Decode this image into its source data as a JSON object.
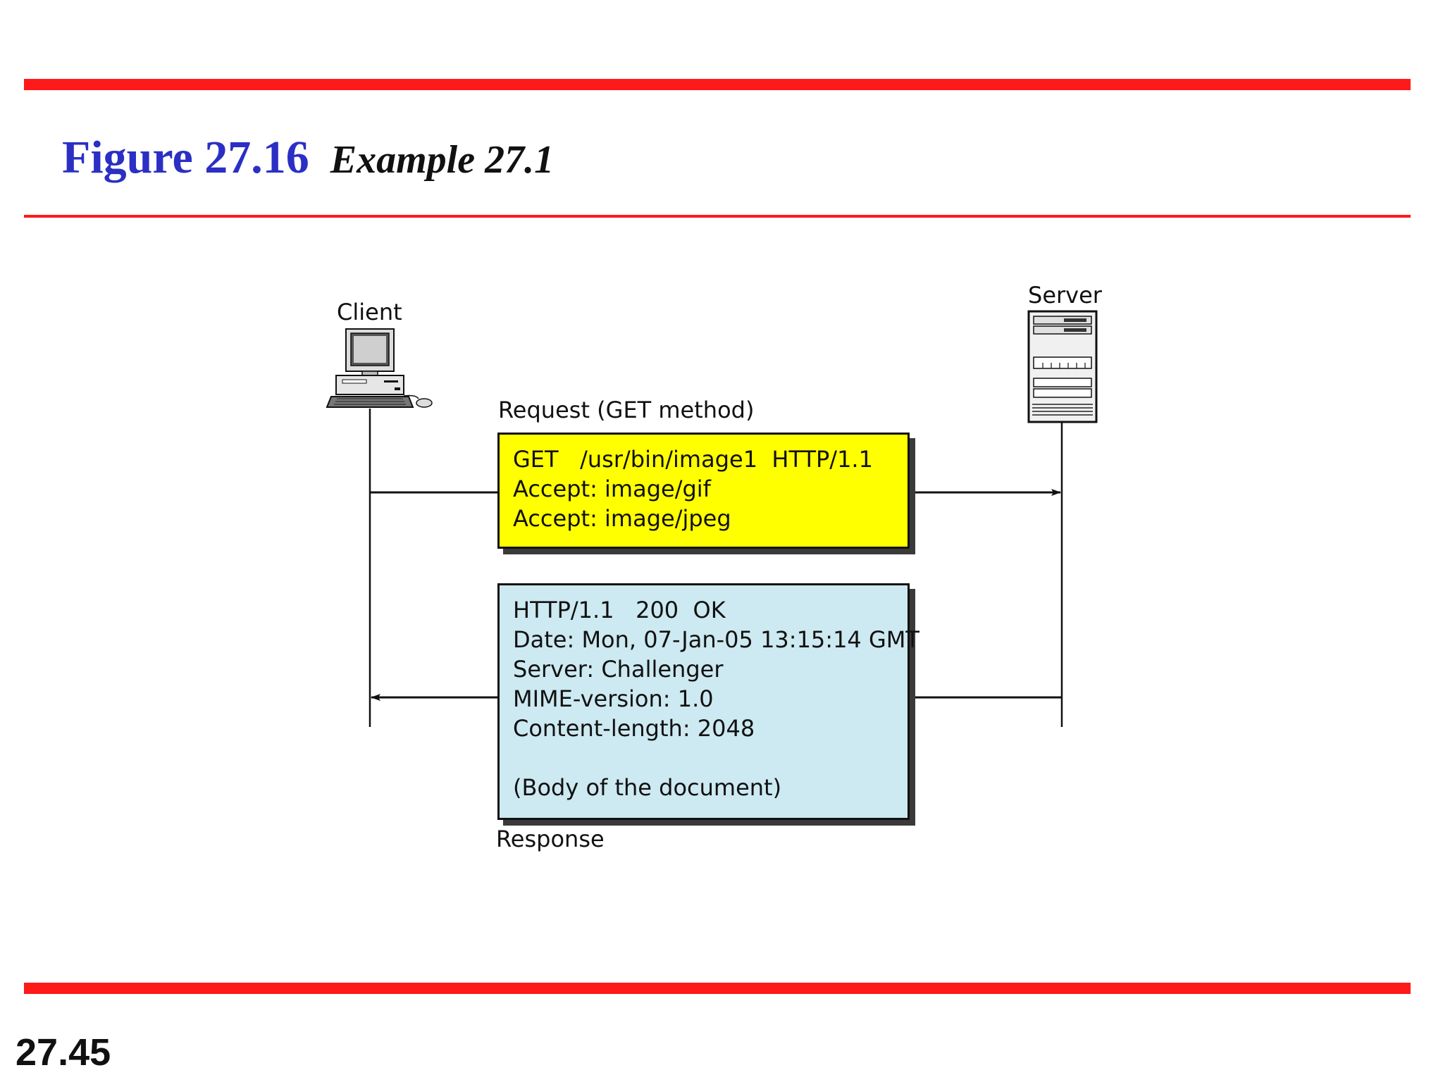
{
  "title": {
    "figure": "Figure 27.16",
    "caption": "Example 27.1"
  },
  "page_number": "27.45",
  "colors": {
    "rule": "#ff1a1a",
    "title_blue": "#2b2fc4",
    "request_box": "#ffff00",
    "response_box": "#cde9f1"
  },
  "diagram": {
    "client_label": "Client",
    "server_label": "Server",
    "client_icon": "desktop-computer-icon",
    "server_icon": "server-tower-icon",
    "request": {
      "label": "Request (GET method)",
      "lines": [
        "GET   /usr/bin/image1  HTTP/1.1",
        "Accept: image/gif",
        "Accept: image/jpeg"
      ]
    },
    "response": {
      "label": "Response",
      "lines": [
        "HTTP/1.1   200  OK",
        "Date: Mon, 07-Jan-05 13:15:14 GMT",
        "Server: Challenger",
        "MIME-version: 1.0",
        "Content-length: 2048",
        "",
        "(Body of the document)"
      ]
    }
  }
}
